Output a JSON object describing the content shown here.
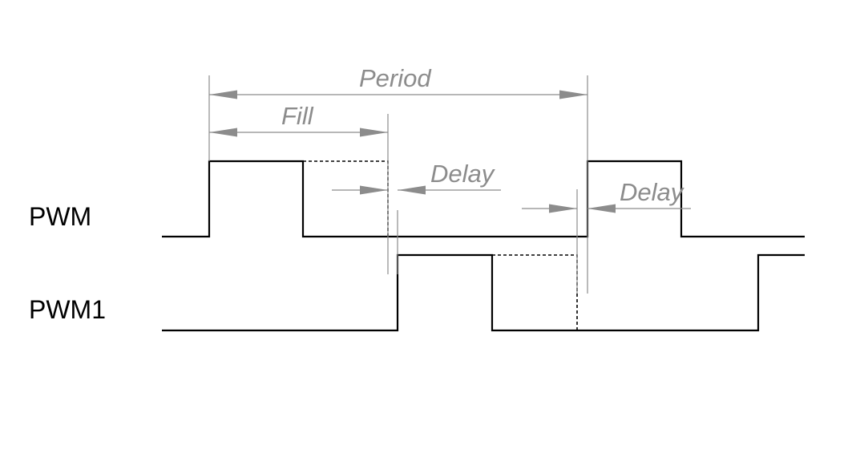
{
  "signals": {
    "pwm_label": "PWM",
    "pwm1_label": "PWM1"
  },
  "dimensions": {
    "period_label": "Period",
    "fill_label": "Fill",
    "delay1_label": "Delay",
    "delay2_label": "Delay"
  },
  "colors": {
    "waveform": "#000000",
    "dimension": "#8c8c8c",
    "background": "#ffffff"
  }
}
